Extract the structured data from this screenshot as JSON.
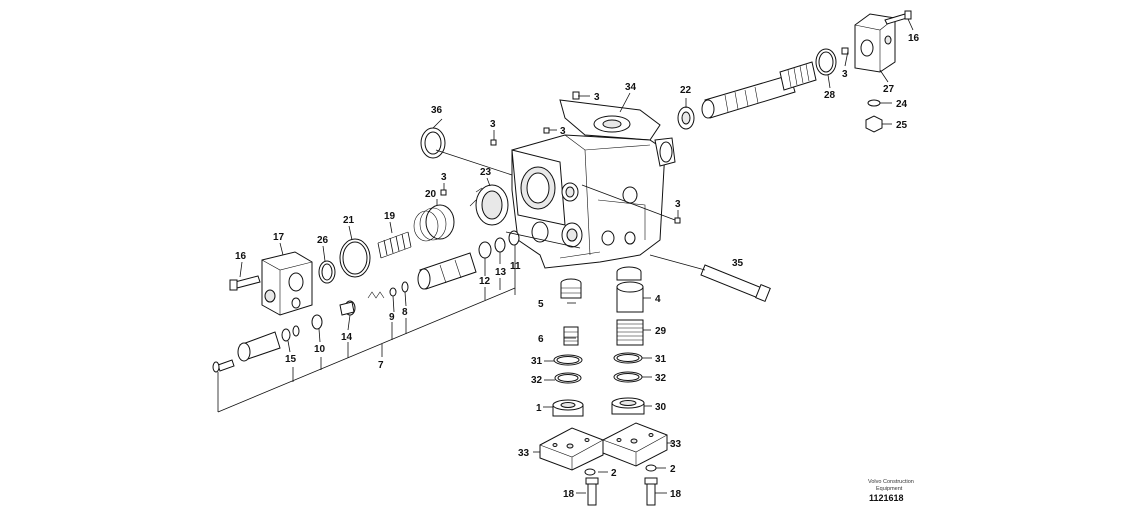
{
  "labels": {
    "p1": "1",
    "p2a": "2",
    "p2b": "2",
    "p3a": "3",
    "p3b": "3",
    "p3c": "3",
    "p3d": "3",
    "p3e": "3",
    "p3f": "3",
    "p4": "4",
    "p5": "5",
    "p6": "6",
    "p7": "7",
    "p8": "8",
    "p9": "9",
    "p10": "10",
    "p11": "11",
    "p12": "12",
    "p13": "13",
    "p14": "14",
    "p15": "15",
    "p16a": "16",
    "p16b": "16",
    "p17": "17",
    "p18a": "18",
    "p18b": "18",
    "p19": "19",
    "p20": "20",
    "p21": "21",
    "p22": "22",
    "p23": "23",
    "p24": "24",
    "p25": "25",
    "p26": "26",
    "p27": "27",
    "p28": "28",
    "p29": "29",
    "p30": "30",
    "p31a": "31",
    "p31b": "31",
    "p32a": "32",
    "p32b": "32",
    "p33a": "33",
    "p33b": "33",
    "p34": "34",
    "p35": "35",
    "p36": "36"
  },
  "caption": {
    "line1": "Volvo Construction",
    "line2": "Equipment",
    "number": "1121618"
  }
}
